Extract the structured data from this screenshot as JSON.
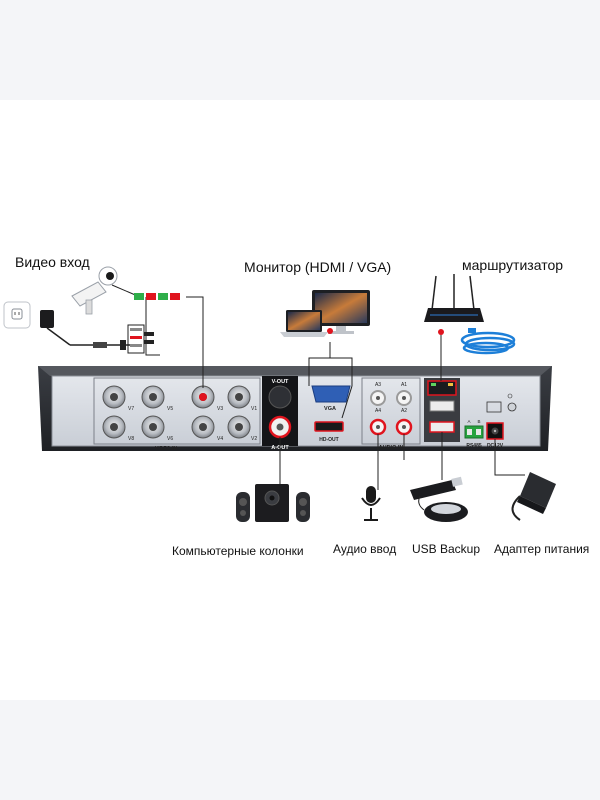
{
  "labels": {
    "video_in_top": "Видео вход",
    "monitor": "Монитор (HDMI / VGA)",
    "router": "маршрутизатор",
    "speakers": "Компьютерные колонки",
    "audio_in": "Аудио ввод",
    "usb_backup": "USB Backup",
    "power_adapter": "Адаптер питания"
  },
  "panel": {
    "video_in": "VIDEO IN",
    "v_out": "V-OUT",
    "a_out": "A-OUT",
    "vga": "VGA",
    "hd_out": "HD-OUT",
    "audio_in": "AUDIO IN",
    "rs485": "RS485",
    "dc12v": "DC12V",
    "ch": [
      "V7",
      "V5",
      "V3",
      "V1",
      "V8",
      "V6",
      "V4",
      "V2"
    ],
    "audio_ch": [
      "A3",
      "A1",
      "A4",
      "A2"
    ],
    "rs485_ab": [
      "A",
      "B"
    ]
  },
  "colors": {
    "connection_line": "#222222",
    "highlight": "#e0141e",
    "panel_face": "#d7dbe1",
    "chassis": "#2b2d31",
    "cable_blue": "#1d7fd8"
  }
}
